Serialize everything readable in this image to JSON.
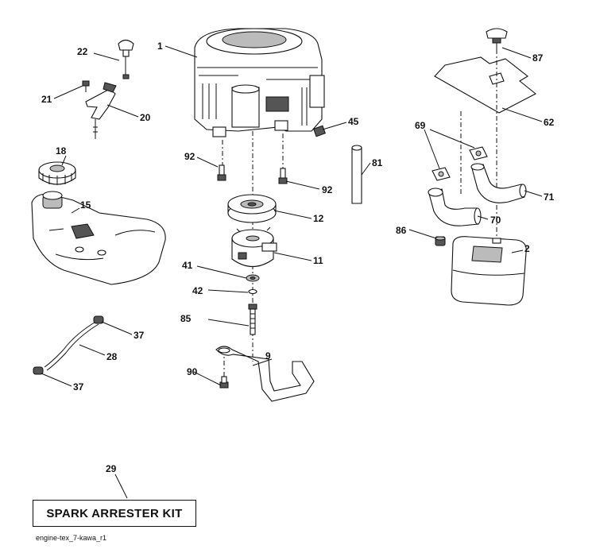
{
  "diagram": {
    "callouts": {
      "c1": "1",
      "c2": "2",
      "c9": "9",
      "c11": "11",
      "c12": "12",
      "c15": "15",
      "c18": "18",
      "c20": "20",
      "c21": "21",
      "c22": "22",
      "c28": "28",
      "c29": "29",
      "c37a": "37",
      "c37b": "37",
      "c41": "41",
      "c42": "42",
      "c45": "45",
      "c62": "62",
      "c69": "69",
      "c70": "70",
      "c71": "71",
      "c81": "81",
      "c85": "85",
      "c86": "86",
      "c87": "87",
      "c90": "90",
      "c92a": "92",
      "c92b": "92"
    },
    "kit_label": "SPARK ARRESTER KIT",
    "footer_code": "engine-tex_7-kawa_r1"
  }
}
